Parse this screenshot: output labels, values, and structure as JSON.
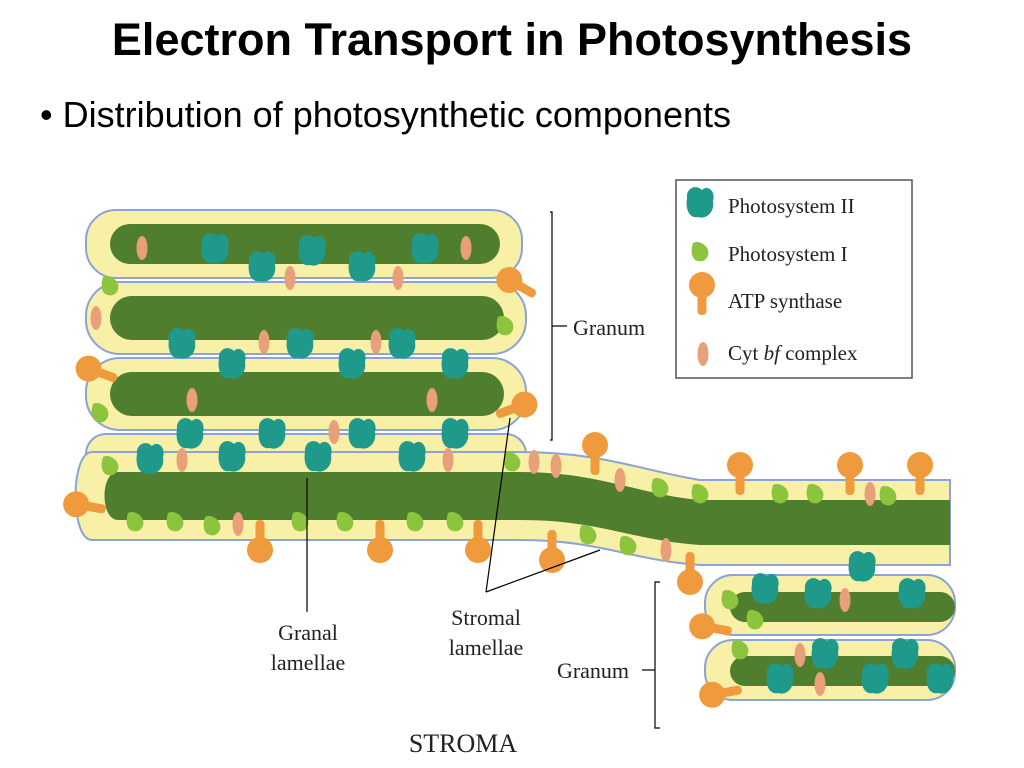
{
  "slide": {
    "title": "Electron Transport in Photosynthesis",
    "bullet": "Distribution of photosynthetic components"
  },
  "legend": {
    "items": [
      {
        "label": "Photosystem II",
        "color": "#1f9a8a"
      },
      {
        "label": "Photosystem I",
        "color": "#8cc43e"
      },
      {
        "label": "ATP synthase",
        "color": "#ef9a3c"
      },
      {
        "label": "Cyt ",
        "label_italic": "bf",
        "label_suffix": " complex",
        "color": "#e8a07a"
      }
    ]
  },
  "labels": {
    "granum_top": "Granum",
    "granum_bottom": "Granum",
    "granal_lamellae_1": "Granal",
    "granal_lamellae_2": "lamellae",
    "stromal_lamellae_1": "Stromal",
    "stromal_lamellae_2": "lamellae",
    "stroma": "STROMA"
  },
  "colors": {
    "lumen": "#4f7f2e",
    "membrane": "#f7f0a6",
    "membrane_edge": "#8ba3d6",
    "psii": "#1f9a8a",
    "psi": "#8cc43e",
    "atp": "#ef9a3c",
    "cyt": "#e8a07a"
  }
}
